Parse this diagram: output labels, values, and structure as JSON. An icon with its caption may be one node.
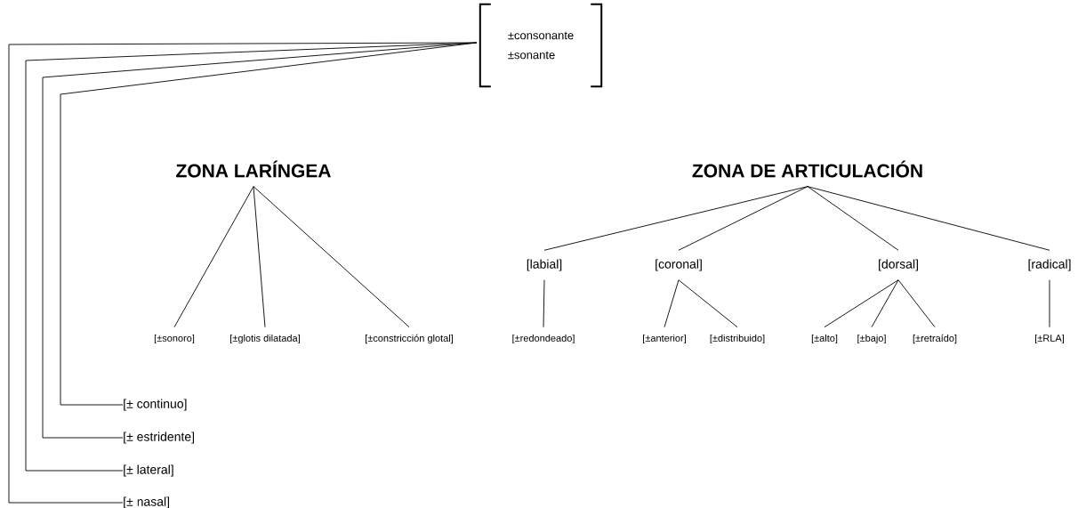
{
  "diagram": {
    "nodes": [
      {
        "text": [
          "±consonante",
          "±sonante"
        ]
      },
      {
        "text": [
          "ZONA LARÍNGEA"
        ]
      },
      {
        "text": [
          "ZONA DE ARTICULACIÓN"
        ]
      },
      {
        "text": [
          "[±sonoro]"
        ]
      },
      {
        "text": [
          "[±glotis dilatada]"
        ]
      },
      {
        "text": [
          "[±constricción glotal]"
        ]
      },
      {
        "text": [
          "[labial]"
        ]
      },
      {
        "text": [
          "[coronal]"
        ]
      },
      {
        "text": [
          "[dorsal]"
        ]
      },
      {
        "text": [
          "[radical]"
        ]
      },
      {
        "text": [
          "[±redondeado]"
        ]
      },
      {
        "text": [
          "[±anterior]"
        ]
      },
      {
        "text": [
          "[±distribuido]"
        ]
      },
      {
        "text": [
          "[±alto]"
        ]
      },
      {
        "text": [
          "[±bajo]"
        ]
      },
      {
        "text": [
          "[±retraído]"
        ]
      },
      {
        "text": [
          "[±RLA]"
        ]
      },
      {
        "text": [
          "[± continuo]"
        ]
      },
      {
        "text": [
          "[± estridente]"
        ]
      },
      {
        "text": [
          "[± lateral]"
        ]
      },
      {
        "text": [
          "[± nasal]"
        ]
      }
    ],
    "edges": [
      {
        "from": 0,
        "to": 17,
        "arrow": "none"
      },
      {
        "from": 0,
        "to": 18,
        "arrow": "none"
      },
      {
        "from": 0,
        "to": 19,
        "arrow": "none"
      },
      {
        "from": 0,
        "to": 20,
        "arrow": "none"
      },
      {
        "from": 1,
        "to": 3,
        "arrow": "none"
      },
      {
        "from": 1,
        "to": 4,
        "arrow": "none"
      },
      {
        "from": 1,
        "to": 5,
        "arrow": "none"
      },
      {
        "from": 2,
        "to": 6,
        "arrow": "none"
      },
      {
        "from": 2,
        "to": 7,
        "arrow": "none"
      },
      {
        "from": 2,
        "to": 8,
        "arrow": "none"
      },
      {
        "from": 2,
        "to": 9,
        "arrow": "none"
      },
      {
        "from": 6,
        "to": 10,
        "arrow": "none"
      },
      {
        "from": 7,
        "to": 11,
        "arrow": "none"
      },
      {
        "from": 7,
        "to": 12,
        "arrow": "none"
      },
      {
        "from": 8,
        "to": 13,
        "arrow": "none"
      },
      {
        "from": 8,
        "to": 14,
        "arrow": "none"
      },
      {
        "from": 8,
        "to": 15,
        "arrow": "none"
      },
      {
        "from": 9,
        "to": 16,
        "arrow": "none"
      }
    ]
  }
}
